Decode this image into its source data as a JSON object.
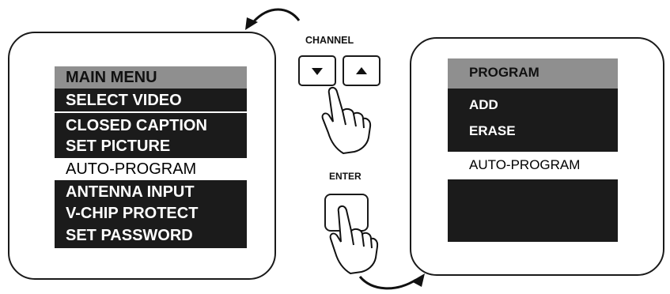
{
  "left_screen": {
    "items": [
      "MAIN MENU",
      "SELECT VIDEO",
      "CLOSED CAPTION",
      "SET PICTURE",
      "AUTO-PROGRAM",
      "ANTENNA INPUT",
      "V-CHIP PROTECT",
      "SET PASSWORD"
    ],
    "selected": "AUTO-PROGRAM"
  },
  "right_screen": {
    "items": [
      "PROGRAM",
      "ADD",
      "ERASE",
      "AUTO-PROGRAM"
    ],
    "selected": "AUTO-PROGRAM"
  },
  "remote": {
    "channel_label": "CHANNEL",
    "enter_label": "ENTER",
    "icons": [
      "channel-down-triangle-icon",
      "channel-up-triangle-icon",
      "hand-pointer-icon",
      "curved-arrow-icon"
    ]
  },
  "colors": {
    "menu_bg": "#1b1b1b",
    "header_bg": "#8f8f8f",
    "selected_bg": "#ffffff",
    "text": "#ffffff"
  }
}
